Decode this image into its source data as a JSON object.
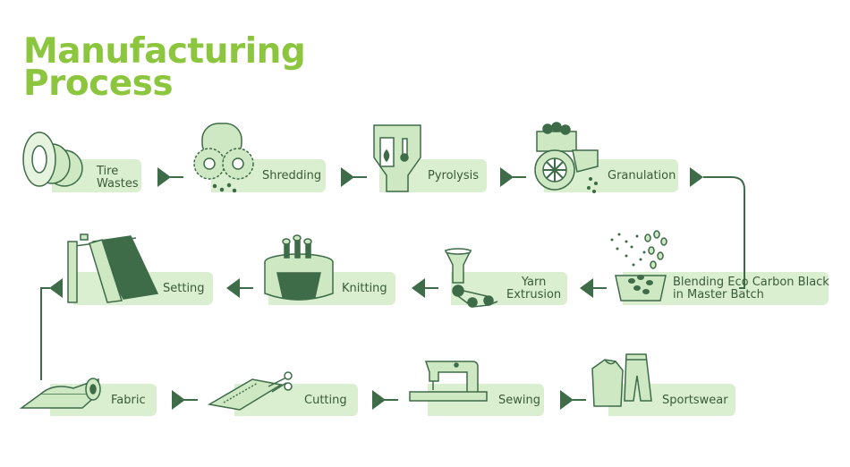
{
  "title": {
    "line1": "Manufacturing",
    "line2": "Process"
  },
  "steps": {
    "tire_wastes": {
      "line1": "Tire",
      "line2": "Wastes"
    },
    "shredding": "Shredding",
    "pyrolysis": "Pyrolysis",
    "granulation": "Granulation",
    "blending": {
      "line1": "Blending Eco Carbon Black",
      "line2": "in Master Batch"
    },
    "yarn_extrusion": {
      "line1": "Yarn",
      "line2": "Extrusion"
    },
    "knitting": "Knitting",
    "setting": "Setting",
    "fabric": "Fabric",
    "cutting": "Cutting",
    "sewing": "Sewing",
    "sportswear": "Sportswear"
  },
  "colors": {
    "title": "#8cc63f",
    "box": "#d9efcf",
    "dark_green": "#3e6b48",
    "light_green": "#cfe8c4"
  }
}
